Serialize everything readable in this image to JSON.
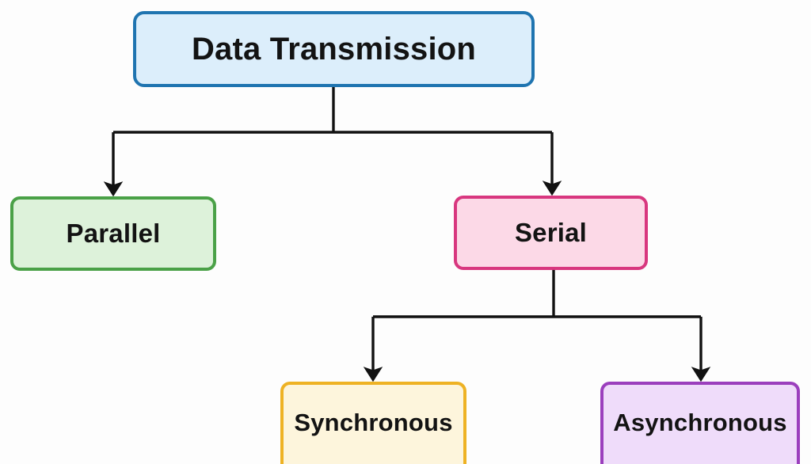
{
  "diagram": {
    "title": "Data Transmission",
    "type": "tree-hierarchy",
    "background_color": "#fdfdfd",
    "nodes": {
      "root": {
        "label": "Data Transmission",
        "fill": "#dceefb",
        "stroke": "#1f74b0"
      },
      "parallel": {
        "label": "Parallel",
        "fill": "#ddf2da",
        "stroke": "#4aa147"
      },
      "serial": {
        "label": "Serial",
        "fill": "#fcd9e7",
        "stroke": "#d8377f"
      },
      "synchronous": {
        "label": "Synchronous",
        "fill": "#fdf5dc",
        "stroke": "#eeb224"
      },
      "asynchronous": {
        "label": "Asynchronous",
        "fill": "#efdcfa",
        "stroke": "#9b3fbd"
      }
    },
    "edges": [
      {
        "from": "root",
        "to": "parallel",
        "arrow": true,
        "color": "#111111"
      },
      {
        "from": "root",
        "to": "serial",
        "arrow": true,
        "color": "#111111"
      },
      {
        "from": "serial",
        "to": "synchronous",
        "arrow": true,
        "color": "#111111"
      },
      {
        "from": "serial",
        "to": "asynchronous",
        "arrow": true,
        "color": "#111111"
      }
    ]
  }
}
